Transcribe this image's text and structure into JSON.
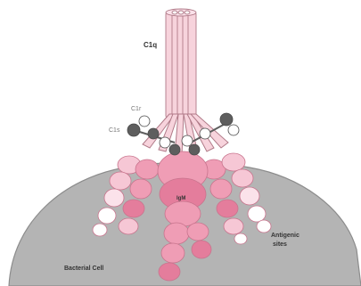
{
  "labels": {
    "c1q": "C1q",
    "c1r": "C1r",
    "c1s": "C1s",
    "igm": "IgM",
    "antigenic_sites_line1": "Antigenic",
    "antigenic_sites_line2": "sites",
    "bacterial_cell": "Bacterial Cell"
  },
  "colors": {
    "cell_fill": "#b4b4b4",
    "cell_stroke": "#8c8c8c",
    "igm_dark": "#e47d9c",
    "igm_mid": "#ef9db5",
    "igm_light": "#f6c7d5",
    "igm_pale": "#fbe2ea",
    "stalk_fill": "#f7d3dc",
    "stalk_stroke": "#b07a88",
    "protease_dark": "#5e5e5e",
    "protease_white": "#ffffff"
  }
}
